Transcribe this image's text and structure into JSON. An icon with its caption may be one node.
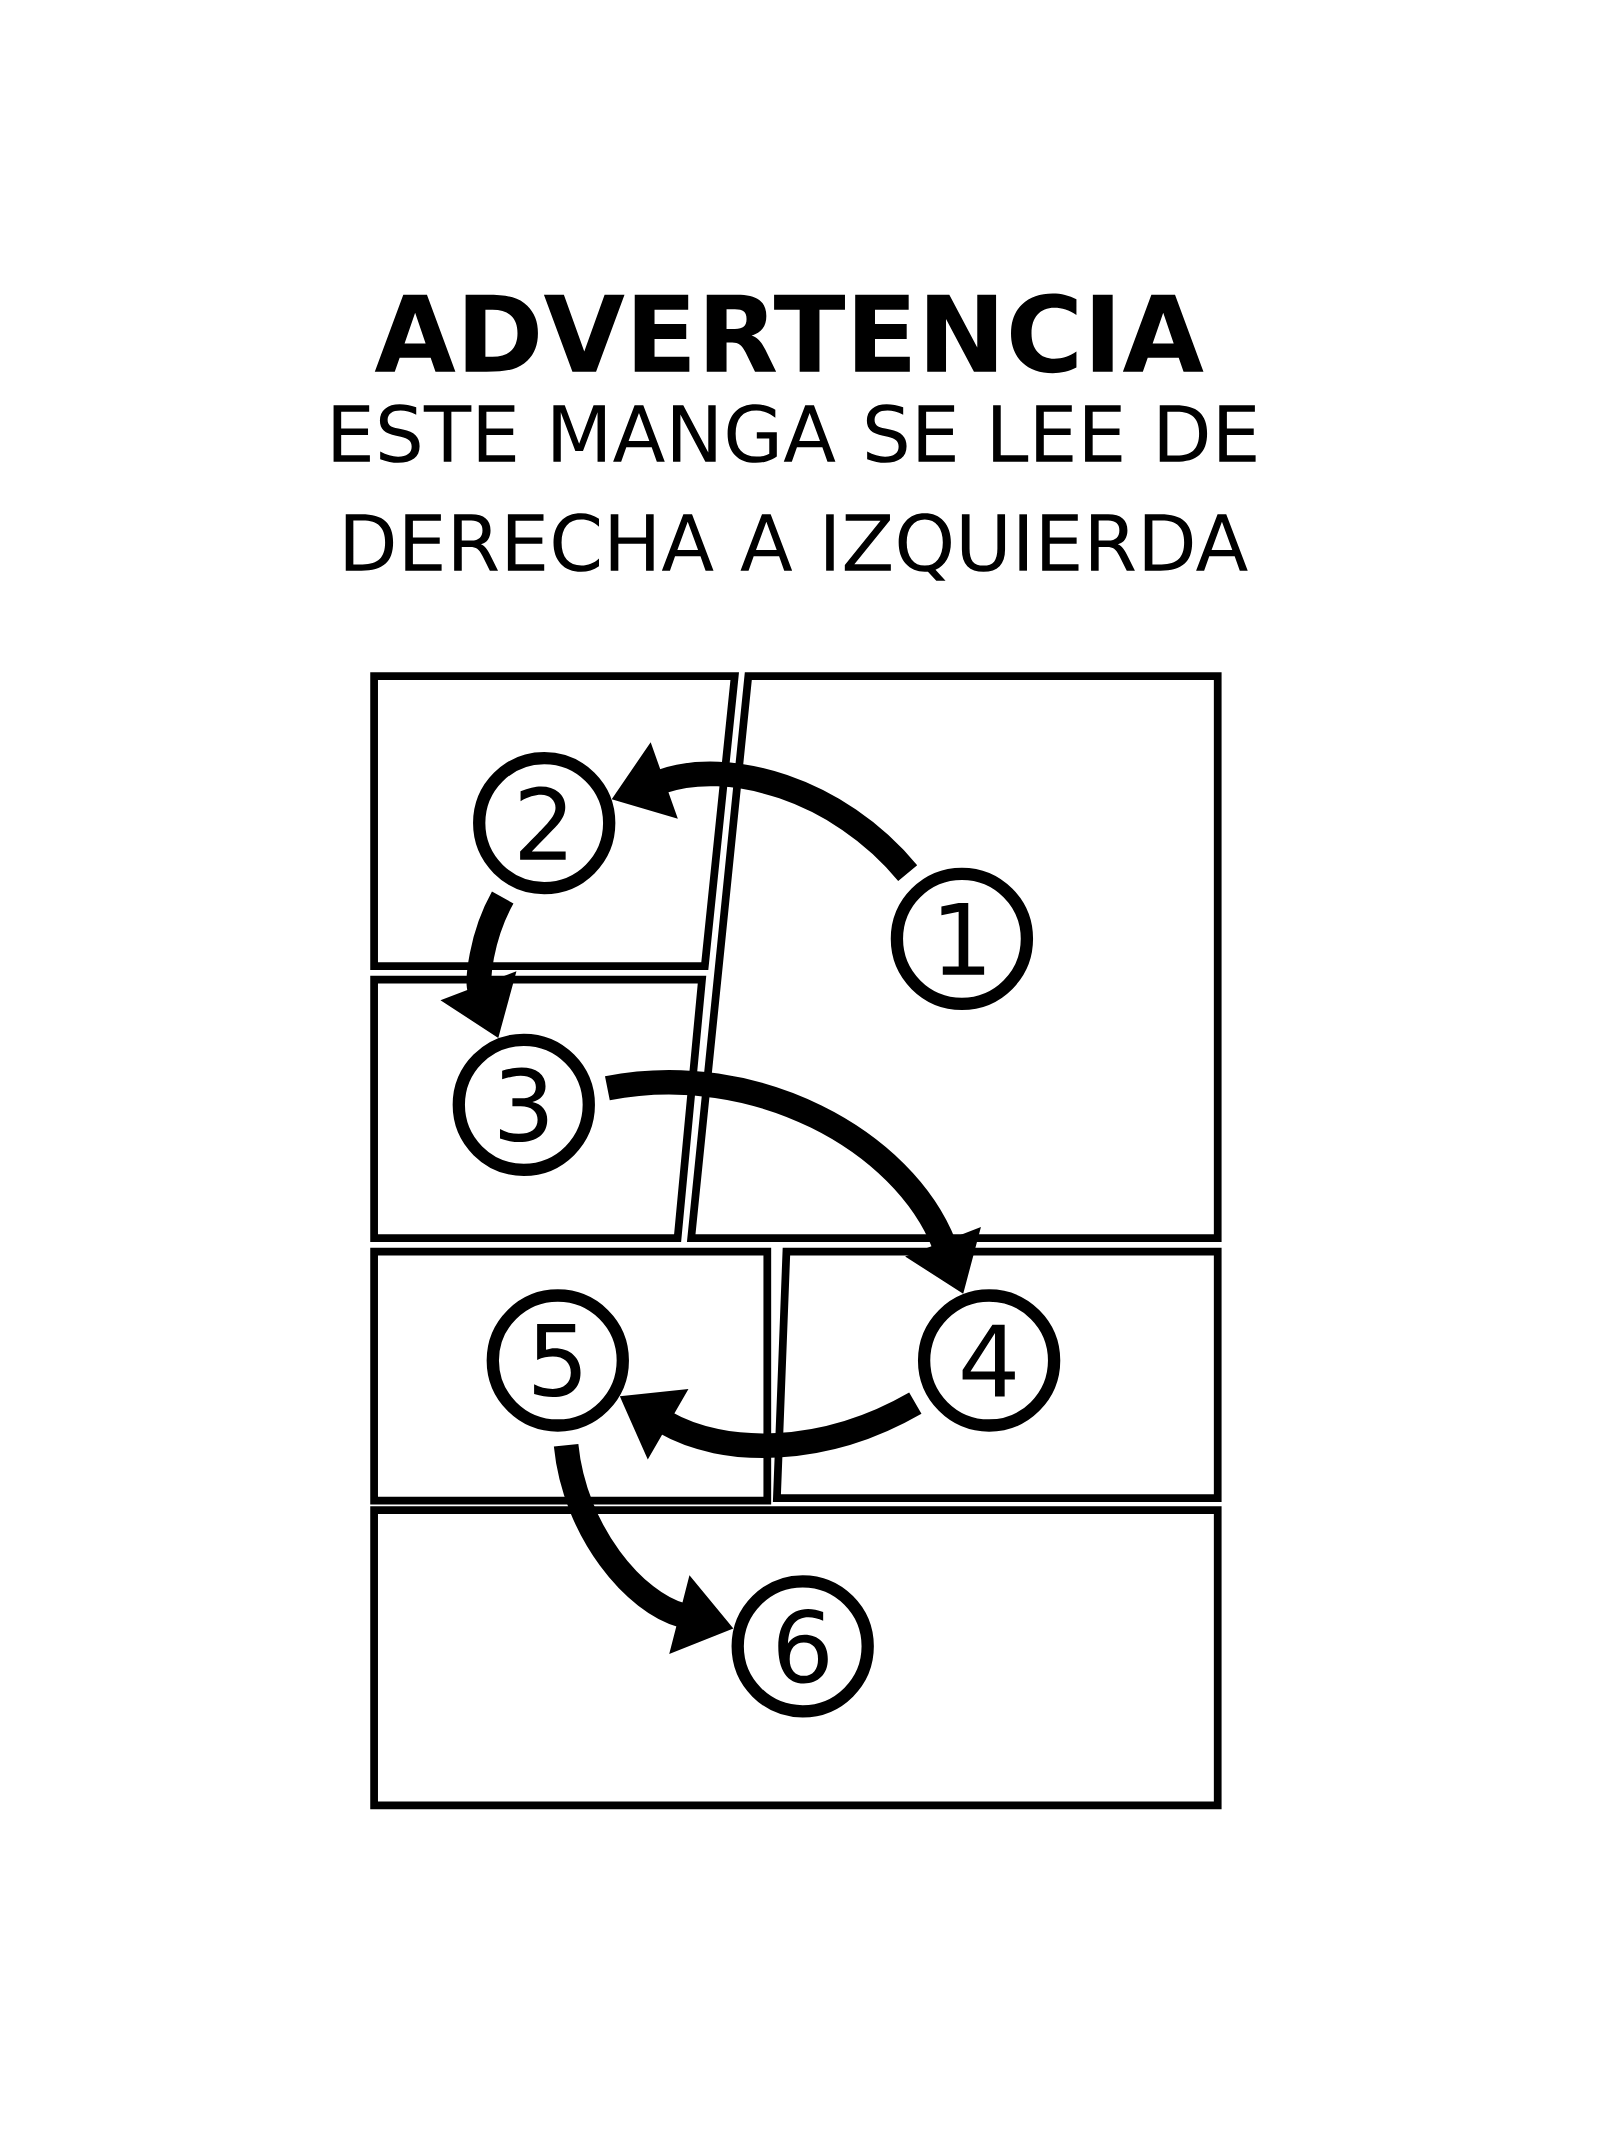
{
  "diagram": {
    "title": "ADVERTENCIA",
    "nodes": [
      {
        "text": [
          "1"
        ]
      },
      {
        "text": [
          "2"
        ]
      },
      {
        "text": [
          "3"
        ]
      },
      {
        "text": [
          "4"
        ]
      },
      {
        "text": [
          "5"
        ]
      },
      {
        "text": [
          "6"
        ]
      }
    ],
    "edges": [
      {
        "from": 0,
        "to": 1,
        "arrow": "to"
      },
      {
        "from": 1,
        "to": 2,
        "arrow": "to"
      },
      {
        "from": 2,
        "to": 3,
        "arrow": "to"
      },
      {
        "from": 3,
        "to": 4,
        "arrow": "to"
      },
      {
        "from": 4,
        "to": 5,
        "arrow": "to"
      }
    ],
    "labels": [
      "ESTE MANGA SE LEE DE DERECHA A IZQUIERDA"
    ]
  }
}
